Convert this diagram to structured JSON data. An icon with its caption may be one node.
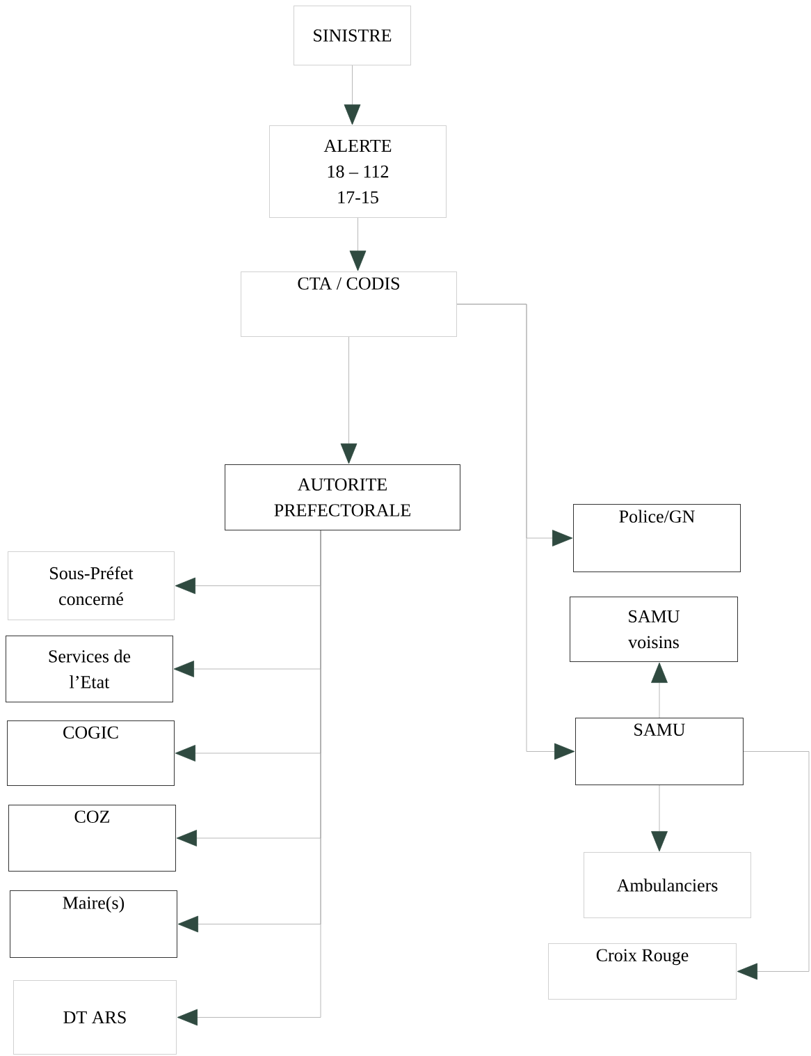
{
  "diagram": {
    "nodes": [
      {
        "text": [
          "SINISTRE"
        ]
      },
      {
        "text": [
          "ALERTE",
          "18 – 112",
          "17-15"
        ]
      },
      {
        "text": [
          "CTA / CODIS"
        ]
      },
      {
        "text": [
          "AUTORITE PREFECTORALE"
        ]
      },
      {
        "text": [
          "Sous-Préfet concerné"
        ]
      },
      {
        "text": [
          "Services de l’Etat"
        ]
      },
      {
        "text": [
          "COGIC"
        ]
      },
      {
        "text": [
          "COZ"
        ]
      },
      {
        "text": [
          "Maire(s)"
        ]
      },
      {
        "text": [
          "DT ARS"
        ]
      },
      {
        "text": [
          "Police/GN"
        ]
      },
      {
        "text": [
          "SAMU voisins"
        ]
      },
      {
        "text": [
          "SAMU"
        ]
      },
      {
        "text": [
          "Ambulanciers"
        ]
      },
      {
        "text": [
          "Croix Rouge"
        ]
      }
    ],
    "edges": [
      {
        "from": 0,
        "to": 1,
        "arrow": "to"
      },
      {
        "from": 1,
        "to": 2,
        "arrow": "to"
      },
      {
        "from": 2,
        "to": 3,
        "arrow": "to"
      },
      {
        "from": 3,
        "to": 4,
        "arrow": "to"
      },
      {
        "from": 3,
        "to": 5,
        "arrow": "to"
      },
      {
        "from": 3,
        "to": 6,
        "arrow": "to"
      },
      {
        "from": 3,
        "to": 7,
        "arrow": "to"
      },
      {
        "from": 3,
        "to": 8,
        "arrow": "to"
      },
      {
        "from": 3,
        "to": 9,
        "arrow": "to"
      },
      {
        "from": 2,
        "to": 10,
        "arrow": "to"
      },
      {
        "from": 2,
        "to": 12,
        "arrow": "to"
      },
      {
        "from": 12,
        "to": 11,
        "arrow": "to"
      },
      {
        "from": 12,
        "to": 13,
        "arrow": "to"
      },
      {
        "from": 12,
        "to": 14,
        "arrow": "to"
      }
    ]
  }
}
